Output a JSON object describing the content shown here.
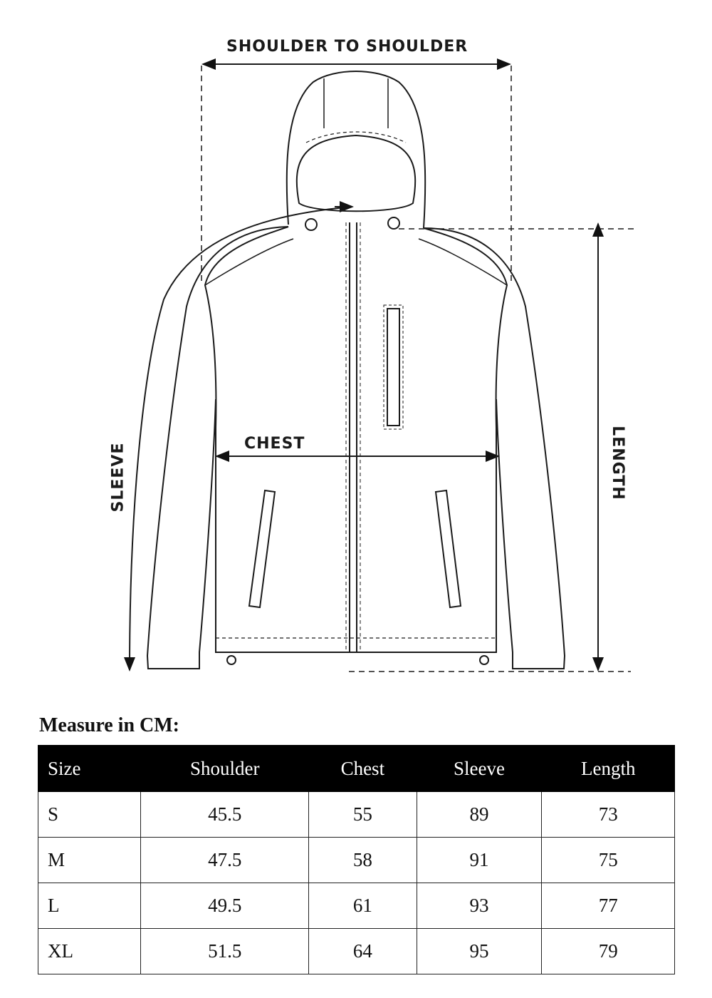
{
  "diagram": {
    "shoulder_label": "SHOULDER TO SHOULDER",
    "chest_label": "CHEST",
    "sleeve_label": "SLEEVE",
    "length_label": "LENGTH"
  },
  "table": {
    "title": "Measure in CM:",
    "headers": [
      "Size",
      "Shoulder",
      "Chest",
      "Sleeve",
      "Length"
    ],
    "rows": [
      [
        "S",
        "45.5",
        "55",
        "89",
        "73"
      ],
      [
        "M",
        "47.5",
        "58",
        "91",
        "75"
      ],
      [
        "L",
        "49.5",
        "61",
        "93",
        "77"
      ],
      [
        "XL",
        "51.5",
        "64",
        "95",
        "79"
      ]
    ]
  }
}
